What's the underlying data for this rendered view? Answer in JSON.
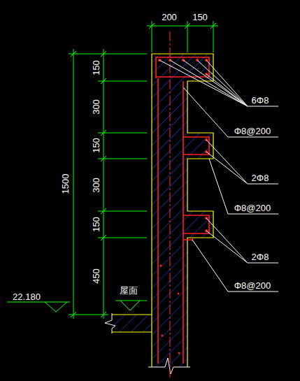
{
  "diagram": {
    "labels": [
      "200",
      "150",
      "150",
      "300",
      "150",
      "300",
      "150",
      "450",
      "1500",
      "22.180",
      "屋面",
      "6Φ8",
      "Φ8@200",
      "2Φ8",
      "Φ8@200",
      "2Φ8",
      "Φ8@200"
    ]
  }
}
